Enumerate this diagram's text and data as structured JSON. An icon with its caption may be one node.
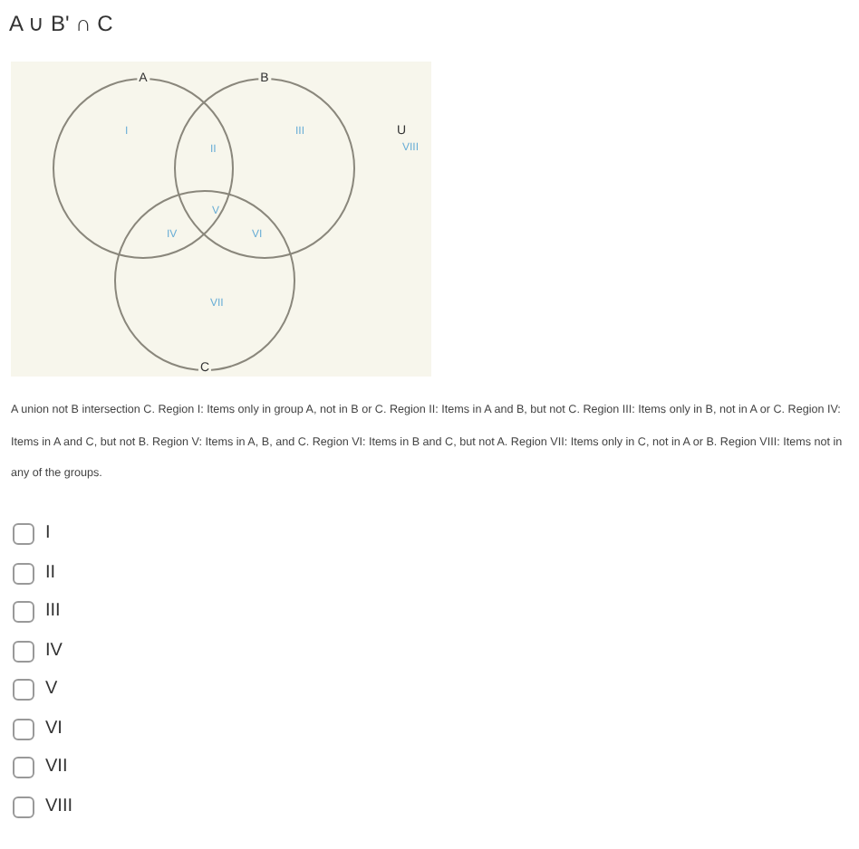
{
  "diagram": {
    "title": "A ∪ B' ∩ C",
    "nodes": [
      {
        "text": [
          "A"
        ]
      },
      {
        "text": [
          "B"
        ]
      },
      {
        "text": [
          "C"
        ]
      }
    ],
    "labels": [
      "I",
      "III",
      "U",
      "II",
      "VIII",
      "V",
      "IV",
      "VI",
      "VII",
      "A union not B intersection C. Region I: Items only in group A, not in B or C. Region II: Items in A and B, but not C. Region III: Items only in B, not in A or C. Region IV: Items in A and C, but not B. Region V: Items in A, B, and C. Region VI: Items in B and C, but not A. Region VII: Items only in C, not in A or B. Region VIII: Items not in any of the groups.",
      "I",
      "II",
      "III",
      "IV",
      "V",
      "VI",
      "VII",
      "VIII"
    ]
  }
}
